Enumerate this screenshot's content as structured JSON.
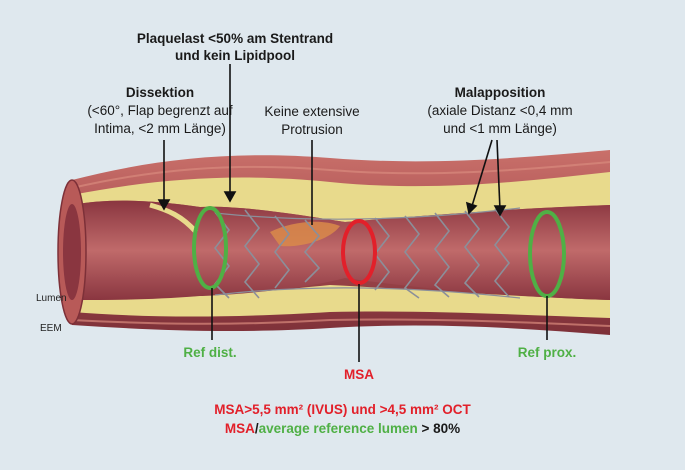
{
  "labels": {
    "plaque_title_1": "Plaquelast <50% am Stentrand",
    "plaque_title_2": "und kein Lipidpool",
    "dissection_title": "Dissektion",
    "dissection_desc_1": "(<60°, Flap begrenzt auf",
    "dissection_desc_2": "Intima, <2 mm Länge)",
    "protrusion_1": "Keine extensive",
    "protrusion_2": "Protrusion",
    "malapposition_title": "Malapposition",
    "malapposition_desc_1": "(axiale Distanz <0,4 mm",
    "malapposition_desc_2": "und <1 mm Länge)",
    "lumen": "Lumen",
    "eem": "EEM",
    "ref_dist": "Ref dist.",
    "msa": "MSA",
    "ref_prox": "Ref prox."
  },
  "formula": {
    "line1": "MSA>5,5 mm² (IVUS) und >4,5 mm² OCT",
    "line2_msa": "MSA",
    "line2_slash": "/",
    "line2_avg": "average reference lumen",
    "line2_rest": " > 80%"
  },
  "colors": {
    "background": "#dfe8ee",
    "vessel_wall": "#b85a58",
    "plaque": "#e8da8c",
    "lumen": "#a34550",
    "stent": "#8b8f9a",
    "ref_ring": "#4fb045",
    "msa_ring": "#e2202a"
  }
}
